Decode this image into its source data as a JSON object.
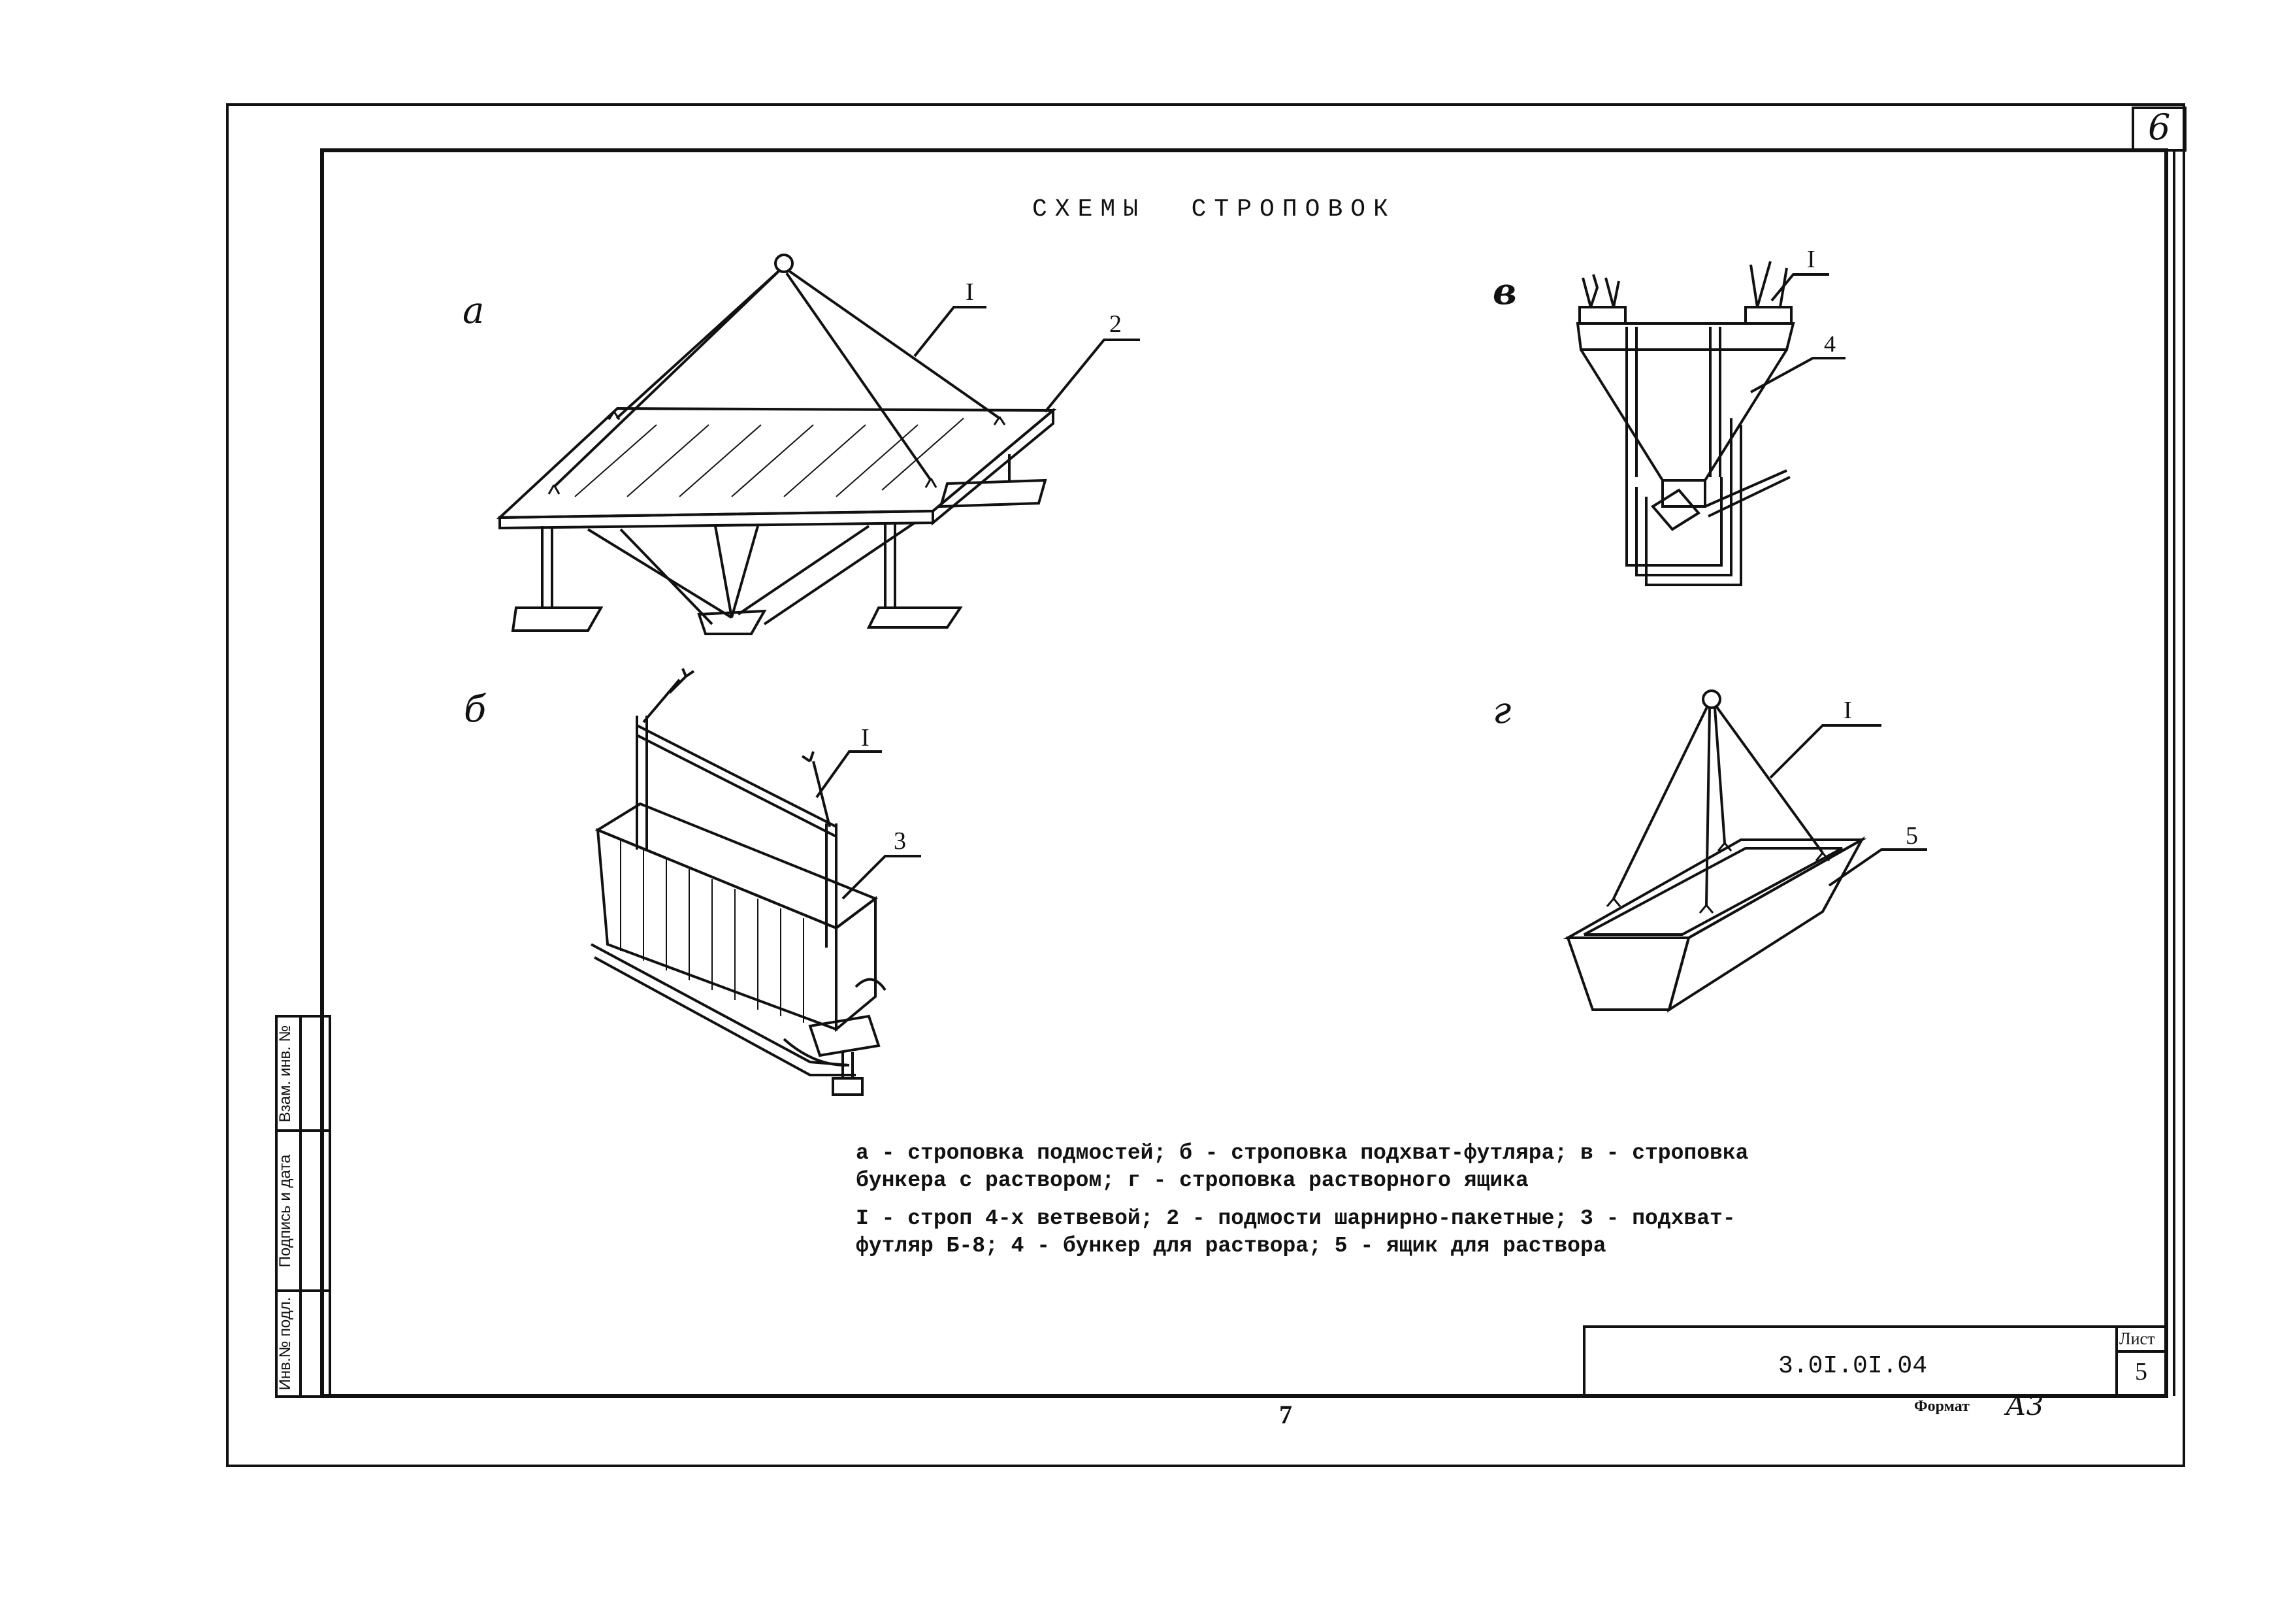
{
  "title": "СХЕМЫ  СТРОПОВОК",
  "corner_sheet_mark": "6",
  "figures": [
    {
      "letter": "а",
      "callouts": [
        "I",
        "2"
      ]
    },
    {
      "letter": "в",
      "callouts": [
        "I",
        "4"
      ]
    },
    {
      "letter": "б",
      "callouts": [
        "I",
        "3"
      ]
    },
    {
      "letter": "г",
      "callouts": [
        "I",
        "5"
      ]
    }
  ],
  "caption": {
    "line1": "а - строповка подмостей; б - строповка подхват-футляра; в - строповка",
    "line2": "бункера с раствором; г - строповка растворного ящика",
    "line3": "I - строп 4-х ветвевой; 2 - подмости шарнирно-пакетные; 3 - подхват-",
    "line4": "футляр Б-8; 4 - бункер для раствора; 5 - ящик для раствора"
  },
  "stamp": {
    "doc_code": "3.0I.0I.04",
    "sheet_label": "Лист",
    "sheet_number": "5"
  },
  "side_column": {
    "col1": "Инв.№ подл.",
    "col2": "Подпись и дата",
    "col3": "Взам. инв. №"
  },
  "page_number": "7",
  "format_label": "Формат",
  "format_value": "А3"
}
